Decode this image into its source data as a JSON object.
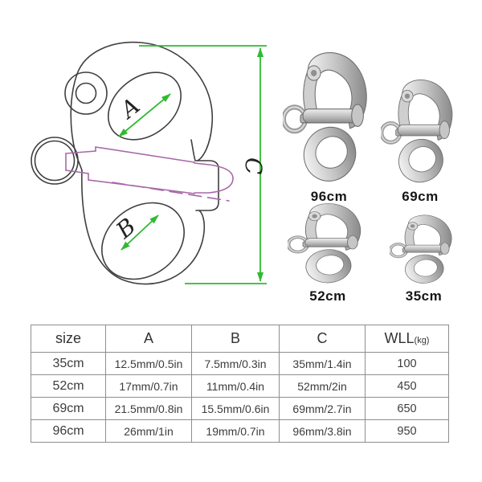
{
  "diagram": {
    "labels": {
      "a": "A",
      "b": "B",
      "c": "C"
    },
    "colors": {
      "dimension": "#2fbb2f",
      "pin": "#a868a8",
      "outline": "#3f3f3f"
    }
  },
  "products": [
    {
      "label": "96cm"
    },
    {
      "label": "69cm"
    },
    {
      "label": "52cm"
    },
    {
      "label": "35cm"
    }
  ],
  "table": {
    "headers": [
      "size",
      "A",
      "B",
      "C",
      "WLL"
    ],
    "wll_unit": "(kg)",
    "rows": [
      [
        "35cm",
        "12.5mm/0.5in",
        "7.5mm/0.3in",
        "35mm/1.4in",
        "100"
      ],
      [
        "52cm",
        "17mm/0.7in",
        "11mm/0.4in",
        "52mm/2in",
        "450"
      ],
      [
        "69cm",
        "21.5mm/0.8in",
        "15.5mm/0.6in",
        "69mm/2.7in",
        "650"
      ],
      [
        "96cm",
        "26mm/1in",
        "19mm/0.7in",
        "96mm/3.8in",
        "950"
      ]
    ]
  }
}
